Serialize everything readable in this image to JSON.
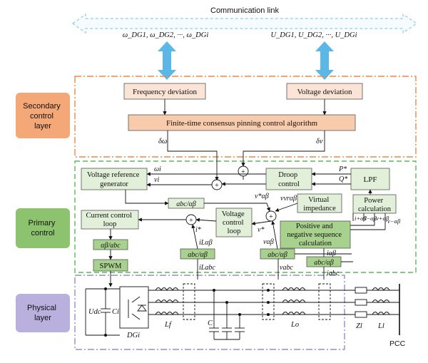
{
  "comm": {
    "label": "Communication link",
    "freq_vars": "ω_DG1, ω_DG2, ···, ω_DGi",
    "volt_vars": "U_DG1, U_DG2, ···, U_DGi"
  },
  "layers": {
    "secondary": [
      "Secondary",
      "control",
      "layer"
    ],
    "primary": [
      "Primary",
      "control"
    ],
    "physical": [
      "Physical",
      "layer"
    ]
  },
  "secondary": {
    "freq_dev": "Frequency deviation",
    "volt_dev": "Voltage deviation",
    "pinning": "Finite-time consensus pinning control algorithm",
    "delta_w": "δω",
    "delta_v": "δv"
  },
  "primary": {
    "vref": [
      "Voltage reference",
      "generator"
    ],
    "droop": [
      "Droop",
      "control"
    ],
    "lpf": "LPF",
    "abc_ab_top": "abc/αβ",
    "current_loop": [
      "Current control",
      "loop"
    ],
    "voltage_loop": [
      "Voltage",
      "control",
      "loop"
    ],
    "virtual_imp": [
      "Virtual",
      "impedance"
    ],
    "power_calc": [
      "Power",
      "calculation"
    ],
    "pos_neg": [
      "Positive and",
      "negative sequence",
      "calculation"
    ],
    "ab_abc": "αβ/abc",
    "spwm": "SPWM",
    "abc_ab_1": "abc/αβ",
    "abc_ab_2": "abc/αβ",
    "abc_ab_3": "abc/αβ",
    "w_i": "ωi",
    "v_i": "vi",
    "P_star": "P*",
    "Q_star": "Q*",
    "v_ab_star": "v*αβ",
    "v_vrab": "vvrαβ",
    "v_star": "v*",
    "i_star": "i*",
    "i_Lab": "iLαβ",
    "i_Labc": "iLabc",
    "v_ab": "vαβ",
    "v_abc": "vabc",
    "i_ab": "iαβ",
    "i_abc": "iabc",
    "i_plus": "i+αβ",
    "i_minus": "i−αβ",
    "v_plus": "v+αβ",
    "v_minus": "v−αβ"
  },
  "physical": {
    "Udc": "Udc",
    "Ci": "Ci",
    "DGi": "DGi",
    "Lf": "Lf",
    "C": "C",
    "Lo": "Lo",
    "Zl": "Zl",
    "Ll": "Ll",
    "PCC": "PCC"
  },
  "colors": {
    "orange_dash": "#E8894A",
    "green_dash": "#5CB85C",
    "purple_dash": "#9A8CC9",
    "secondary_label_bg": "#F4A877",
    "primary_label_bg": "#8DC26F",
    "physical_label_bg": "#B9B0DE",
    "secondary_box": "#FBE4D5",
    "pinning_box": "#F8CBAD",
    "primary_box": "#E2EFD9",
    "dark_box": "#A9D18E",
    "arrow_blue": "#5BB7E5"
  }
}
